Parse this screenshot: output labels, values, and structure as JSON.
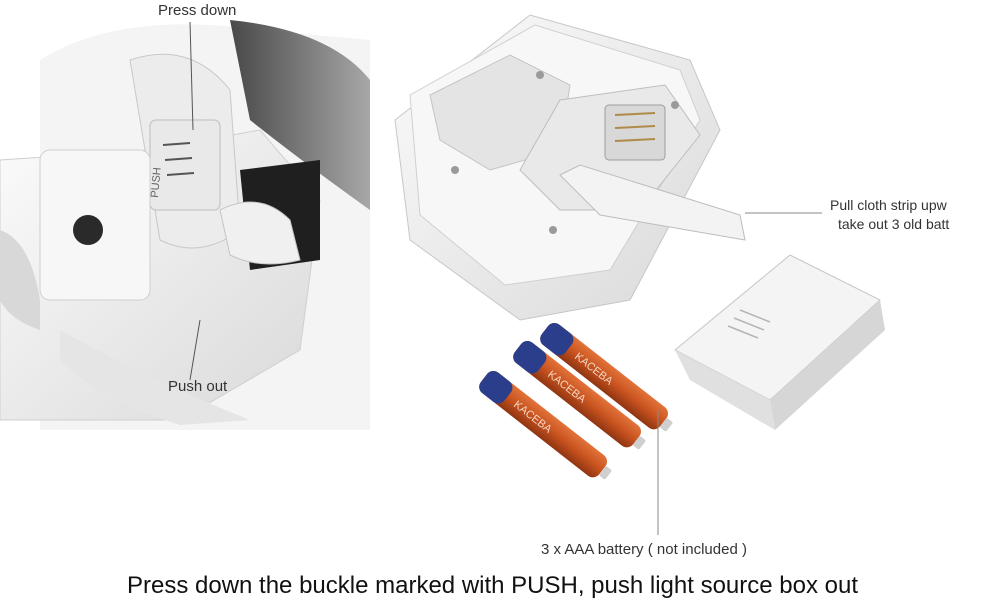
{
  "labels": {
    "press_down": "Press down",
    "push_out": "Push out",
    "pull_strip_line1": "Pull cloth strip upw",
    "pull_strip_line2": "take out 3 old batt",
    "battery_note": "3 x AAA battery ( not included )",
    "push_marking": "PUSH",
    "battery_brand": "KACEBA"
  },
  "caption": "Press down the buckle marked with PUSH, push light source box out",
  "colors": {
    "battery_orange": "#c9531f",
    "battery_blue": "#2b3e8c",
    "plastic": "#f2f2f2",
    "shadow": "#cfcfcf"
  }
}
